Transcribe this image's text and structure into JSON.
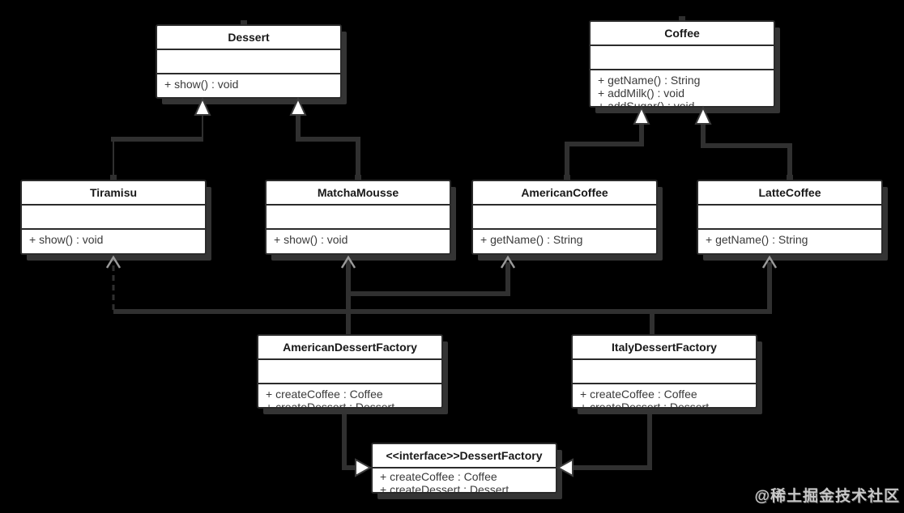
{
  "diagram": {
    "classes": {
      "dessert": {
        "name": "Dessert",
        "methods": [
          "+ show() : void"
        ]
      },
      "coffee": {
        "name": "Coffee",
        "methods": [
          "+ getName() : String",
          "+ addMilk() : void",
          "+ addSugar() : void"
        ]
      },
      "tiramisu": {
        "name": "Tiramisu",
        "methods": [
          "+ show() : void"
        ]
      },
      "matchaMousse": {
        "name": "MatchaMousse",
        "methods": [
          "+ show() : void"
        ]
      },
      "americanCoffee": {
        "name": "AmericanCoffee",
        "methods": [
          "+ getName() : String"
        ]
      },
      "latteCoffee": {
        "name": "LatteCoffee",
        "methods": [
          "+ getName() : String"
        ]
      },
      "americanDessertFactory": {
        "name": "AmericanDessertFactory",
        "methods": [
          "+ createCoffee : Coffee",
          "+ createDessert : Dessert"
        ]
      },
      "italyDessertFactory": {
        "name": "ItalyDessertFactory",
        "methods": [
          "+ createCoffee : Coffee",
          "+ createDessert : Dessert"
        ]
      },
      "dessertFactoryInterface": {
        "name": "<<interface>>DessertFactory",
        "methods": [
          "+ createCoffee : Coffee",
          "+ createDessert : Dessert"
        ]
      }
    },
    "relations": [
      {
        "from": "Tiramisu",
        "to": "Dessert",
        "type": "inheritance"
      },
      {
        "from": "MatchaMousse",
        "to": "Dessert",
        "type": "inheritance"
      },
      {
        "from": "AmericanCoffee",
        "to": "Coffee",
        "type": "inheritance"
      },
      {
        "from": "LatteCoffee",
        "to": "Coffee",
        "type": "inheritance"
      },
      {
        "from": "AmericanDessertFactory",
        "to": "MatchaMousse",
        "type": "association"
      },
      {
        "from": "AmericanDessertFactory",
        "to": "AmericanCoffee",
        "type": "association"
      },
      {
        "from": "ItalyDessertFactory",
        "to": "Tiramisu",
        "type": "association"
      },
      {
        "from": "ItalyDessertFactory",
        "to": "LatteCoffee",
        "type": "association"
      },
      {
        "from": "AmericanDessertFactory",
        "to": "<<interface>>DessertFactory",
        "type": "realization"
      },
      {
        "from": "ItalyDessertFactory",
        "to": "<<interface>>DessertFactory",
        "type": "realization"
      }
    ],
    "watermark": "@稀土掘金技术社区",
    "colors": {
      "background": "#000000",
      "box_fill": "#ffffff",
      "box_border": "#2b2b2b",
      "box_shadow": "#343434",
      "connector_line": "#303030",
      "arrowhead_fill": "#ffffff",
      "member_text": "#3a3a3a",
      "title_text": "#181818",
      "watermark_text": "#ebebeb"
    }
  }
}
